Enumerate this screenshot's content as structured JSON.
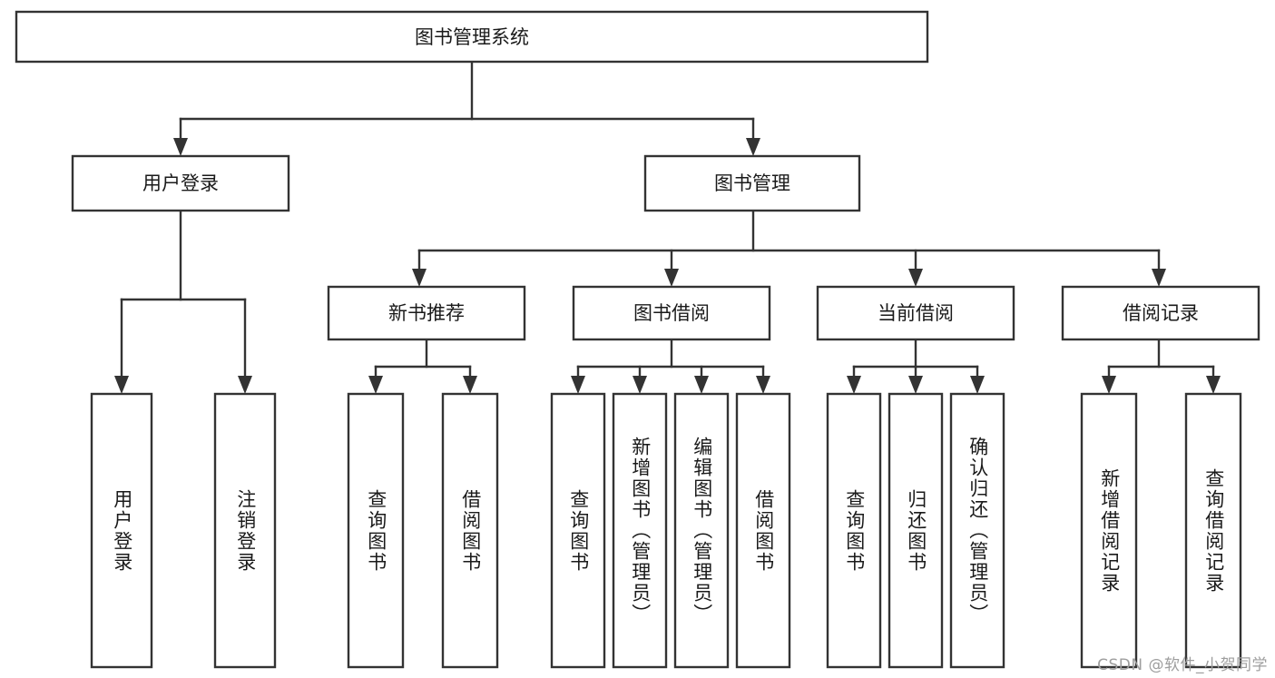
{
  "diagram": {
    "title": "图书管理系统",
    "type": "hierarchy-tree",
    "root": {
      "id": "root",
      "label": "图书管理系统"
    },
    "level2": [
      {
        "id": "user-login",
        "label": "用户登录"
      },
      {
        "id": "book-manage",
        "label": "图书管理"
      }
    ],
    "level3": [
      {
        "id": "new-book-recommend",
        "label": "新书推荐"
      },
      {
        "id": "book-borrow",
        "label": "图书借阅"
      },
      {
        "id": "current-borrow",
        "label": "当前借阅"
      },
      {
        "id": "borrow-record",
        "label": "借阅记录"
      }
    ],
    "leaves": {
      "user_login": [
        {
          "id": "leaf-user-login",
          "label": "用户登录"
        },
        {
          "id": "leaf-logout-login",
          "label": "注销登录"
        }
      ],
      "new_book_recommend": [
        {
          "id": "leaf-query-book-1",
          "label": "查询图书"
        },
        {
          "id": "leaf-borrow-book-1",
          "label": "借阅图书"
        }
      ],
      "book_borrow": [
        {
          "id": "leaf-query-book-2",
          "label": "查询图书"
        },
        {
          "id": "leaf-add-book",
          "label": "新增图书（管理员）"
        },
        {
          "id": "leaf-edit-book",
          "label": "编辑图书（管理员）"
        },
        {
          "id": "leaf-borrow-book-2",
          "label": "借阅图书"
        }
      ],
      "current_borrow": [
        {
          "id": "leaf-query-book-3",
          "label": "查询图书"
        },
        {
          "id": "leaf-return-book",
          "label": "归还图书"
        },
        {
          "id": "leaf-confirm-return",
          "label": "确认归还（管理员）"
        }
      ],
      "borrow_record": [
        {
          "id": "leaf-add-record",
          "label": "新增借阅记录"
        },
        {
          "id": "leaf-query-record",
          "label": "查询借阅记录"
        }
      ]
    }
  },
  "watermark": {
    "text": "CSDN @软件_小贺同学"
  },
  "colors": {
    "stroke": "#333333",
    "box_fill": "#ffffff",
    "text": "#1a1a1a",
    "watermark": "#9e9e9e",
    "background": "#ffffff"
  }
}
